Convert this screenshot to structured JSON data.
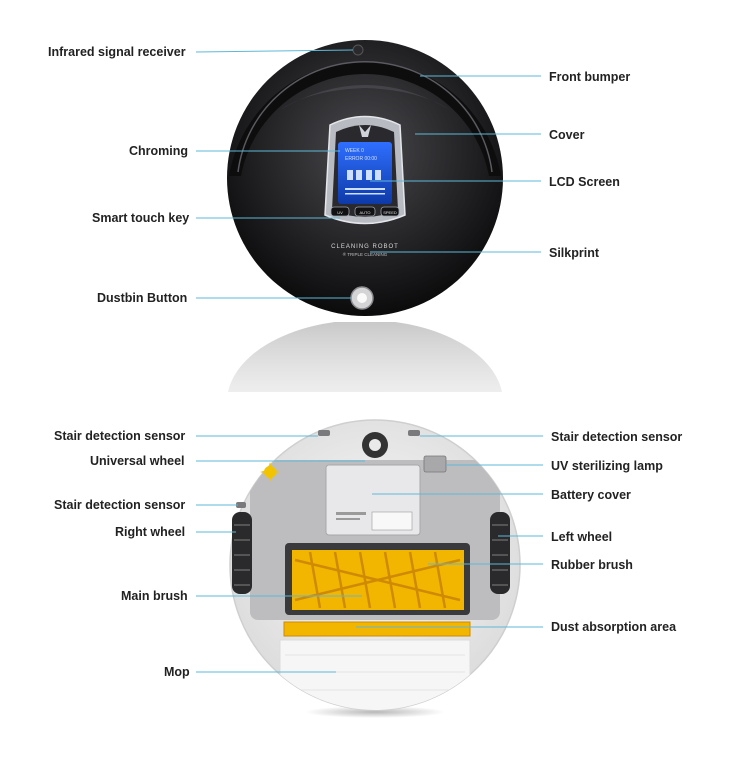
{
  "top_robot": {
    "labels_left": [
      {
        "id": "infrared-signal-receiver",
        "text": "Infrared signal  receiver"
      },
      {
        "id": "chroming",
        "text": "Chroming"
      },
      {
        "id": "smart-touch-key",
        "text": "Smart touch key"
      },
      {
        "id": "dustbin-button",
        "text": "Dustbin Button"
      }
    ],
    "labels_right": [
      {
        "id": "front-bumper",
        "text": "Front bumper"
      },
      {
        "id": "cover",
        "text": "Cover"
      },
      {
        "id": "lcd-screen",
        "text": "LCD Screen"
      },
      {
        "id": "silkprint",
        "text": "Silkprint"
      }
    ],
    "silkprint_line1": "CLEANING ROBOT",
    "silkprint_line2": "® TRIPLE CLEANING",
    "lcd_line1": "WEEK 0",
    "lcd_line2": "ERROR 00:00",
    "keys": [
      "UV",
      "AUTO",
      "SPEED"
    ]
  },
  "bottom_robot": {
    "labels_left": [
      {
        "id": "stair-detection-sensor-left-top",
        "text": "Stair detection sensor"
      },
      {
        "id": "universal-wheel",
        "text": "Universal wheel"
      },
      {
        "id": "stair-detection-sensor-left-mid",
        "text": "Stair detection sensor"
      },
      {
        "id": "right-wheel",
        "text": "Right wheel"
      },
      {
        "id": "main-brush",
        "text": "Main brush"
      },
      {
        "id": "mop",
        "text": "Mop"
      }
    ],
    "labels_right": [
      {
        "id": "stair-detection-sensor-right-top",
        "text": "Stair detection sensor"
      },
      {
        "id": "uv-sterilizing-lamp",
        "text": "UV sterilizing lamp"
      },
      {
        "id": "battery-cover",
        "text": "Battery cover"
      },
      {
        "id": "left-wheel",
        "text": "Left wheel"
      },
      {
        "id": "rubber-brush",
        "text": "Rubber brush"
      },
      {
        "id": "dust-absorption-area",
        "text": "Dust absorption area"
      }
    ]
  },
  "colors": {
    "leader_line": "#5fb8d8",
    "body_dark": "#1c1c1e",
    "lcd_blue": "#1d5bd6",
    "brush_yellow": "#f2b600",
    "underside_white": "#f2f2f2"
  }
}
